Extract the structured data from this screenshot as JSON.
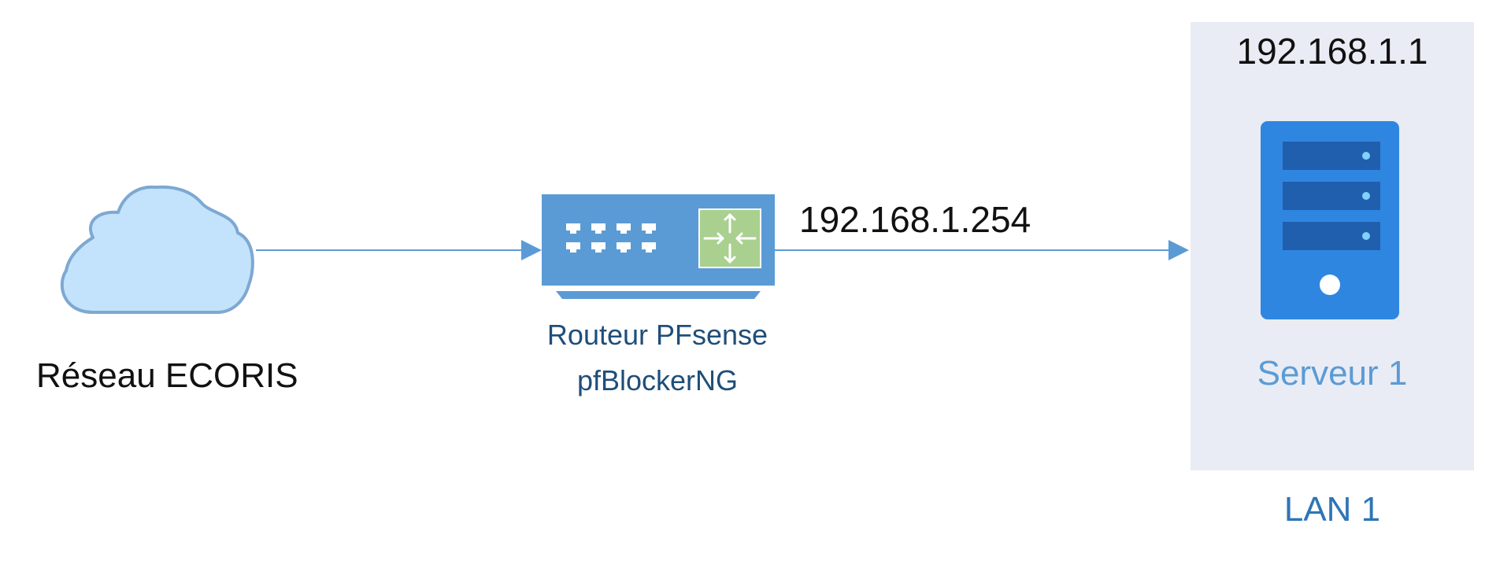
{
  "diagram": {
    "nodes": {
      "internet": {
        "label": "Réseau ECORIS",
        "icon": "cloud-icon"
      },
      "router": {
        "label_line1": "Routeur PFsense",
        "label_line2": "pfBlockerNG",
        "ip": "192.168.1.254",
        "icon": "router-icon"
      },
      "server": {
        "label": "Serveur 1",
        "ip": "192.168.1.1",
        "icon": "server-icon"
      }
    },
    "zone": {
      "label": "LAN 1"
    },
    "edges": [
      {
        "from": "internet",
        "to": "router",
        "directed": true
      },
      {
        "from": "router",
        "to": "server",
        "directed": true
      }
    ],
    "colors": {
      "connector": "#5b9bd5",
      "cloud_fill": "#c2e3fb",
      "cloud_stroke": "#7ea8d2",
      "router_body": "#5b9bd5",
      "router_module": "#a9d08e",
      "server_body": "#2f86e0",
      "zone_background": "#e9ecf4",
      "router_label": "#1f4e79",
      "server_label": "#5b9bd5",
      "zone_label": "#2e75b6"
    }
  }
}
